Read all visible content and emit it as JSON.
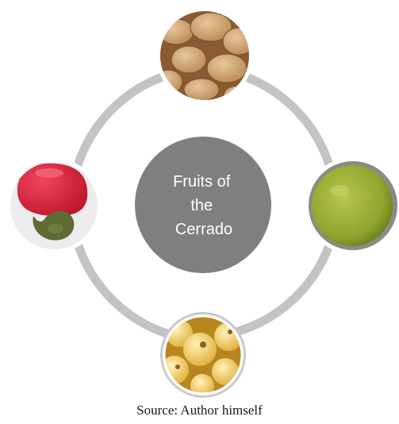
{
  "diagram": {
    "center_lines": [
      "Fruits of",
      "the",
      "Cerrado"
    ],
    "nodes": [
      {
        "name": "seeds-photo",
        "position": "top"
      },
      {
        "name": "green-fruit-photo",
        "position": "right"
      },
      {
        "name": "yellow-berries-photo",
        "position": "bottom"
      },
      {
        "name": "cashew-photo",
        "position": "left"
      }
    ],
    "colors": {
      "ring": "#c3c3c3",
      "center_fill": "#7f7f7f",
      "node_border": "#ffffff"
    }
  },
  "caption": "Source: Author himself"
}
